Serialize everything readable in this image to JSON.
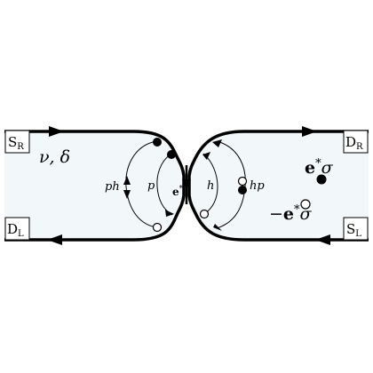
{
  "terminals": {
    "source_right": {
      "main": "S",
      "sub": "R"
    },
    "drain_right": {
      "main": "D",
      "sub": "R"
    },
    "drain_left": {
      "main": "D",
      "sub": "L"
    },
    "source_left": {
      "main": "S",
      "sub": "L"
    }
  },
  "params": "ν, δ",
  "processes": {
    "particle_hole": "ph",
    "particle": "p",
    "hole": "h",
    "hole_particle": "hp"
  },
  "qpc_charge": {
    "main": "e",
    "sup": "*"
  },
  "legend": {
    "filled": {
      "main": "e",
      "sup": "*",
      "tail": "σ"
    },
    "open": {
      "prefix": "−",
      "main": "e",
      "sup": "*",
      "tail": "σ"
    }
  },
  "colors": {
    "channel_fill": "#f2f7fa",
    "edge": "#000000",
    "filled_marker": "#000000",
    "open_marker": "#ffffff"
  }
}
